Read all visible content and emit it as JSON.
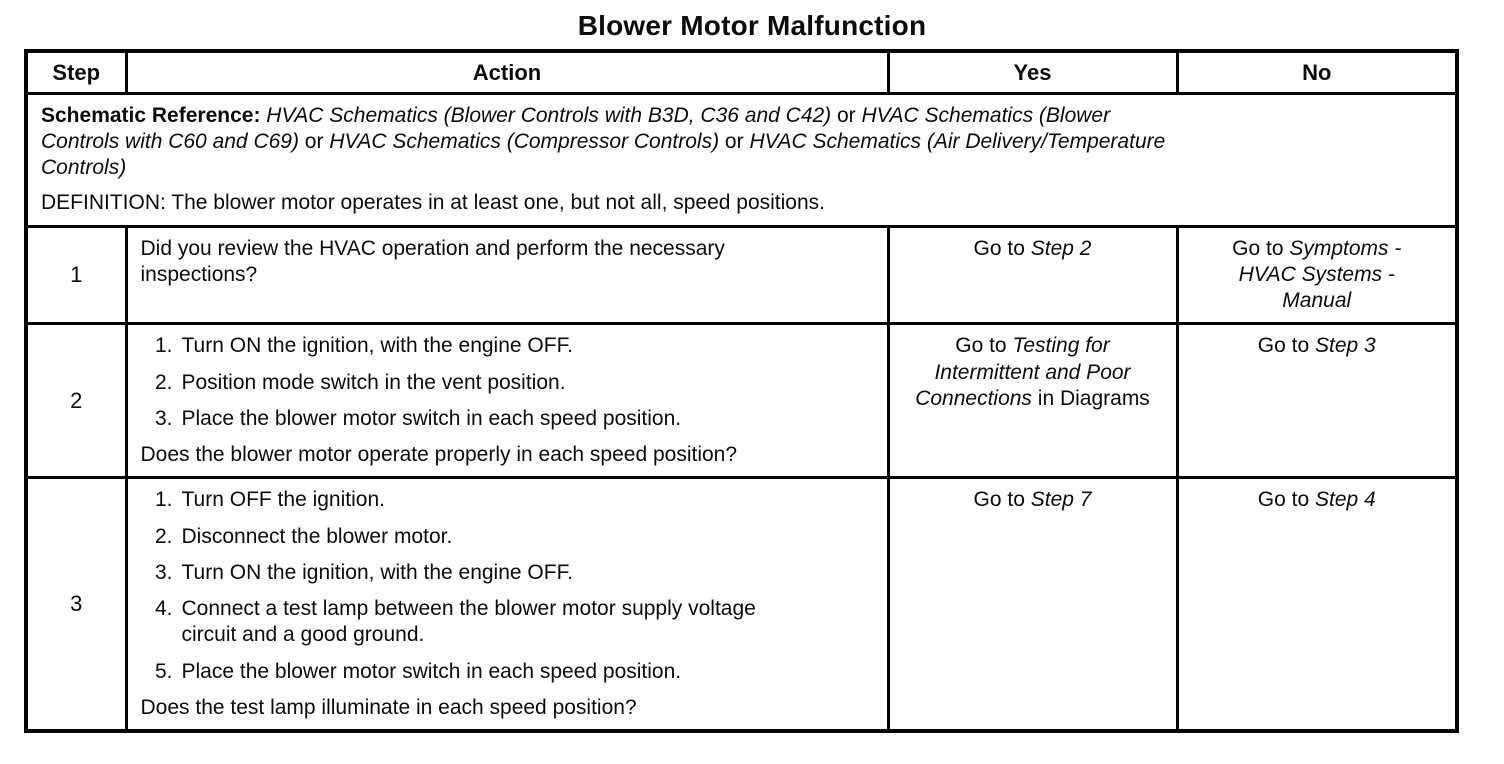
{
  "title": "Blower Motor Malfunction",
  "colors": {
    "ink": "#0c0c0c",
    "background": "#ffffff"
  },
  "table": {
    "header": {
      "step": "Step",
      "action": "Action",
      "yes": "Yes",
      "no": "No"
    },
    "schematic": {
      "label": "Schematic Reference: ",
      "ref1": "HVAC Schematics (Blower Controls with B3D, C36 and C42)",
      "or1": " or ",
      "ref2": "HVAC Schematics (Blower Controls with C60 and C69)",
      "or2": " or ",
      "ref3": "HVAC Schematics (Compressor Controls)",
      "or3": " or ",
      "ref4": "HVAC Schematics (Air Delivery/Temperature Controls)",
      "definition": "DEFINITION: The blower motor operates in at least one, but not all, speed positions."
    },
    "rows": [
      {
        "step": "1",
        "action": {
          "intro": "Did you review the HVAC operation and perform the necessary inspections?"
        },
        "yes": {
          "prefix": "Go to ",
          "target": "Step 2",
          "suffix": ""
        },
        "no": {
          "prefix": "Go to ",
          "target": "Symptoms - HVAC Systems - Manual",
          "suffix": ""
        }
      },
      {
        "step": "2",
        "action": {
          "items": [
            {
              "num": "1.",
              "text": "Turn ON the ignition, with the engine OFF."
            },
            {
              "num": "2.",
              "text": "Position mode switch in the vent position."
            },
            {
              "num": "3.",
              "text": "Place the blower motor switch in each speed position."
            }
          ],
          "question": "Does the blower motor operate properly in each speed position?"
        },
        "yes": {
          "prefix": "Go to ",
          "target": "Testing for Intermittent and Poor Connections",
          "suffix": " in Diagrams"
        },
        "no": {
          "prefix": "Go to ",
          "target": "Step 3",
          "suffix": ""
        }
      },
      {
        "step": "3",
        "action": {
          "items": [
            {
              "num": "1.",
              "text": "Turn OFF the ignition."
            },
            {
              "num": "2.",
              "text": "Disconnect the blower motor."
            },
            {
              "num": "3.",
              "text": "Turn ON the ignition, with the engine OFF."
            },
            {
              "num": "4.",
              "text": "Connect a test lamp between the blower motor supply voltage circuit and a good ground."
            },
            {
              "num": "5.",
              "text": "Place the blower motor switch in each speed position."
            }
          ],
          "question": "Does the test lamp illuminate in each speed position?"
        },
        "yes": {
          "prefix": "Go to ",
          "target": "Step 7",
          "suffix": ""
        },
        "no": {
          "prefix": "Go to ",
          "target": "Step 4",
          "suffix": ""
        }
      }
    ]
  }
}
